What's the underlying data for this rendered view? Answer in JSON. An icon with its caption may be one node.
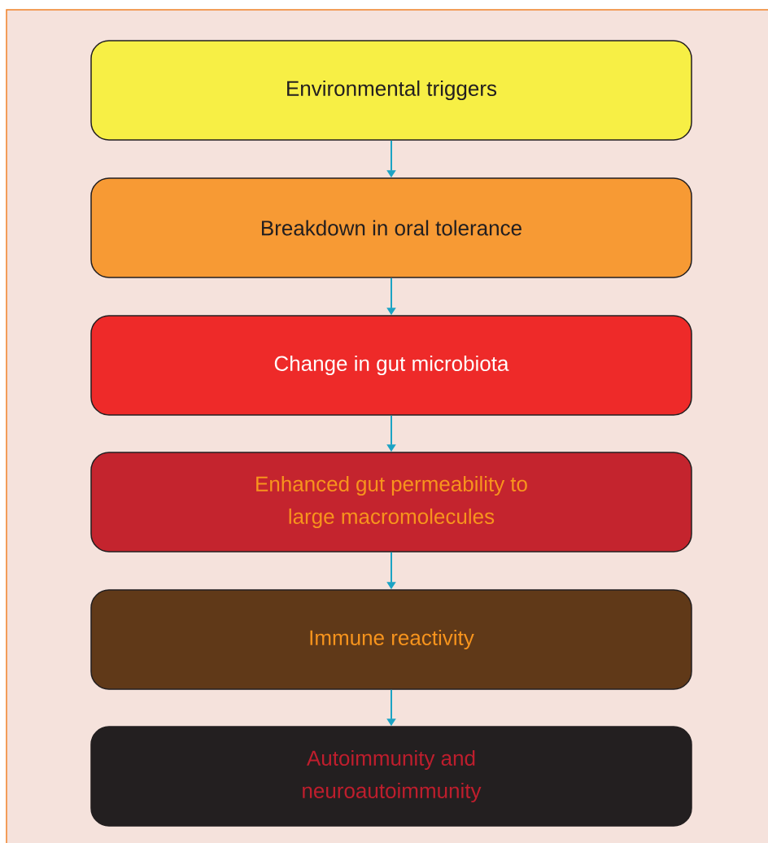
{
  "diagram": {
    "nodes": [
      {
        "text": [
          "Environmental triggers"
        ]
      },
      {
        "text": [
          "Breakdown in oral tolerance"
        ]
      },
      {
        "text": [
          "Change in gut microbiota"
        ]
      },
      {
        "text": [
          "Enhanced gut permeability to large macromolecules"
        ]
      },
      {
        "text": [
          "Immune reactivity"
        ]
      },
      {
        "text": [
          "Autoimmunity and neuroautoimmunity"
        ]
      }
    ],
    "edges": [
      {
        "from": 0,
        "to": 1,
        "arrow": "to"
      },
      {
        "from": 1,
        "to": 2,
        "arrow": "to"
      },
      {
        "from": 2,
        "to": 3,
        "arrow": "to"
      },
      {
        "from": 3,
        "to": 4,
        "arrow": "to"
      },
      {
        "from": 4,
        "to": 5,
        "arrow": "to"
      }
    ]
  }
}
